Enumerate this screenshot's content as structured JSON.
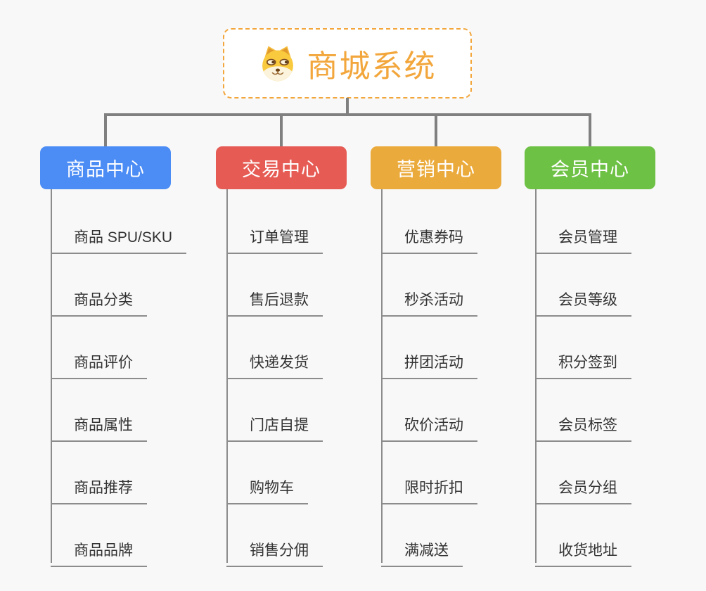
{
  "root": {
    "title": "商城系统",
    "icon": "dog-face-icon",
    "accent_color": "#F2A63B"
  },
  "branches": [
    {
      "title": "商品中心",
      "color": "#4B8CF5",
      "items": [
        "商品 SPU/SKU",
        "商品分类",
        "商品评价",
        "商品属性",
        "商品推荐",
        "商品品牌"
      ]
    },
    {
      "title": "交易中心",
      "color": "#E65C55",
      "items": [
        "订单管理",
        "售后退款",
        "快递发货",
        "门店自提",
        "购物车",
        "销售分佣"
      ]
    },
    {
      "title": "营销中心",
      "color": "#EBAA3C",
      "items": [
        "优惠券码",
        "秒杀活动",
        "拼团活动",
        "砍价活动",
        "限时折扣",
        "满减送"
      ]
    },
    {
      "title": "会员中心",
      "color": "#6DC144",
      "items": [
        "会员管理",
        "会员等级",
        "积分签到",
        "会员标签",
        "会员分组",
        "收货地址"
      ]
    }
  ]
}
